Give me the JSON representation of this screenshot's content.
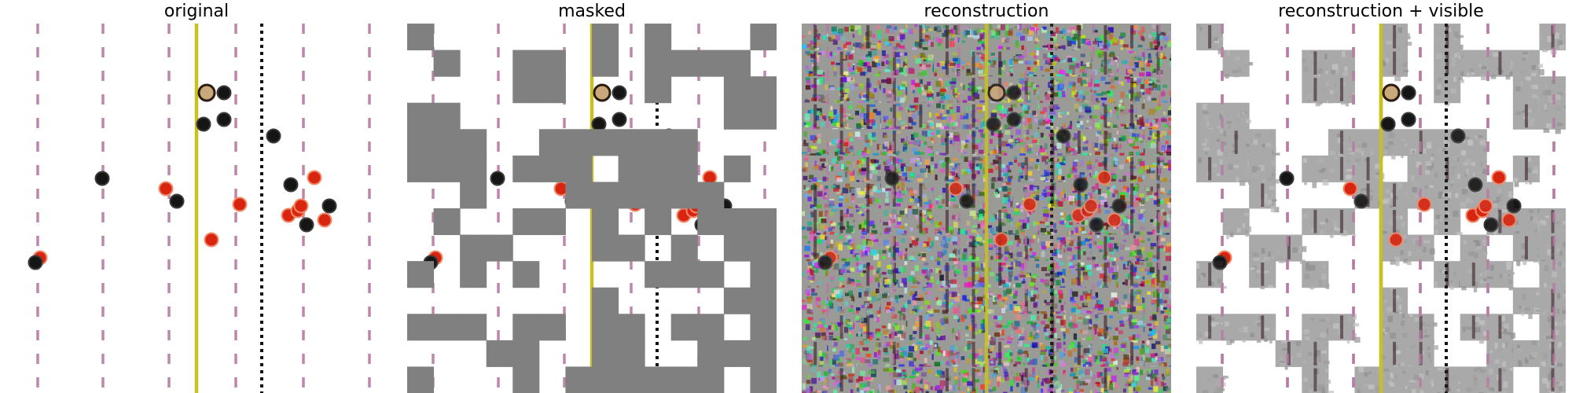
{
  "panels": [
    {
      "title": "original"
    },
    {
      "title": "masked"
    },
    {
      "title": "reconstruction"
    },
    {
      "title": "reconstruction + visible"
    }
  ],
  "colors": {
    "mask_gray": "#808080",
    "solid_line": "#c9c21e",
    "dashed_line": "#b77aa4",
    "dot_line": "#111111",
    "red_ball": "#d8250f",
    "black_ball": "#151515"
  }
}
